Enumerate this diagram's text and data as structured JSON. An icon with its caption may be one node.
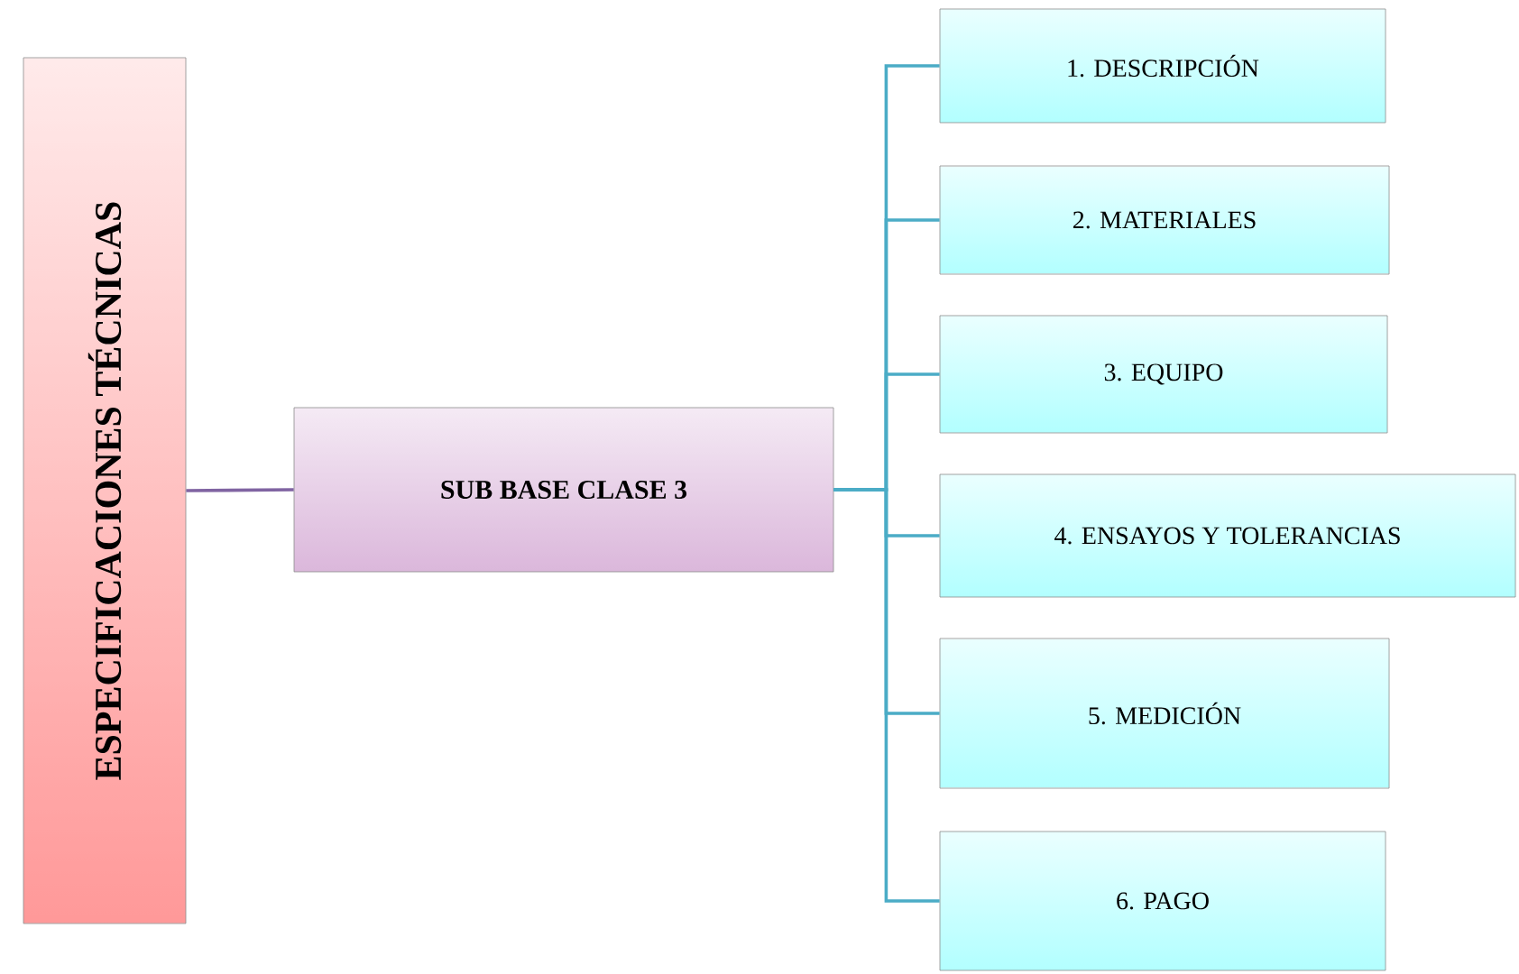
{
  "diagram": {
    "nodes": [
      {
        "text": [
          "ESPECIFICACIONES TÉCNICAS"
        ]
      },
      {
        "text": [
          "SUB BASE CLASE 3"
        ]
      },
      {
        "text": [
          "1. DESCRIPCIÓN"
        ]
      },
      {
        "text": [
          "2. MATERIALES"
        ]
      },
      {
        "text": [
          "3. EQUIPO"
        ]
      },
      {
        "text": [
          "4. ENSAYOS  Y TOLERANCIAS"
        ]
      },
      {
        "text": [
          "5. MEDICIÓN"
        ]
      },
      {
        "text": [
          "6. PAGO"
        ]
      }
    ],
    "edges": [
      {
        "from": 0,
        "to": 1,
        "arrow": "none",
        "color": "#8064a2"
      },
      {
        "from": 1,
        "to": 2,
        "arrow": "none"
      },
      {
        "from": 1,
        "to": 3,
        "arrow": "none"
      },
      {
        "from": 1,
        "to": 4,
        "arrow": "none"
      },
      {
        "from": 1,
        "to": 5,
        "arrow": "none"
      },
      {
        "from": 1,
        "to": 6,
        "arrow": "none"
      },
      {
        "from": 1,
        "to": 7,
        "arrow": "none"
      }
    ]
  }
}
